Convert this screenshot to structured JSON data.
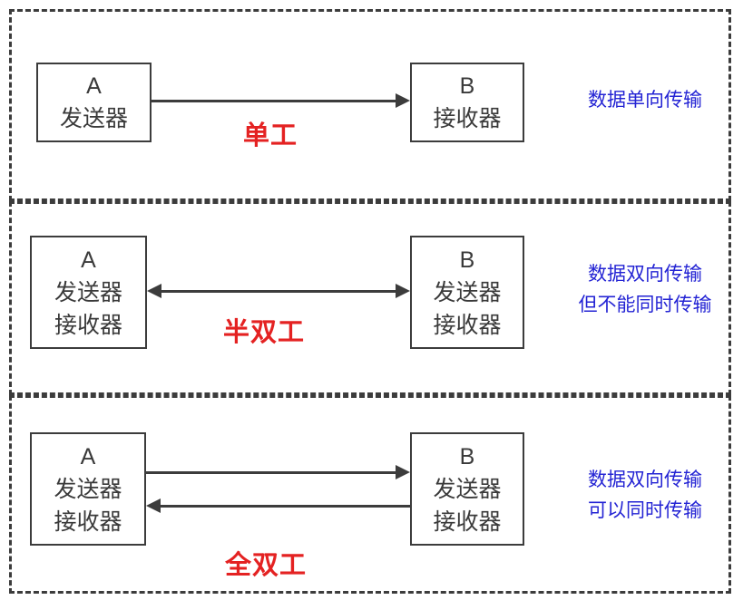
{
  "colors": {
    "outline": "#3c3c3c",
    "mode_label_red": "#e42222",
    "note_blue": "#2424d4",
    "background": "#ffffff"
  },
  "panels": [
    {
      "id": "simplex",
      "device_a": {
        "name": "A",
        "roles": [
          "发送器"
        ]
      },
      "device_b": {
        "name": "B",
        "roles": [
          "接收器"
        ]
      },
      "mode_label": "单工",
      "arrow": "single-right",
      "note_lines": [
        "数据单向传输"
      ]
    },
    {
      "id": "half-duplex",
      "device_a": {
        "name": "A",
        "roles": [
          "发送器",
          "接收器"
        ]
      },
      "device_b": {
        "name": "B",
        "roles": [
          "发送器",
          "接收器"
        ]
      },
      "mode_label": "半双工",
      "arrow": "double-headed",
      "note_lines": [
        "数据双向传输",
        "但不能同时传输"
      ]
    },
    {
      "id": "full-duplex",
      "device_a": {
        "name": "A",
        "roles": [
          "发送器",
          "接收器"
        ]
      },
      "device_b": {
        "name": "B",
        "roles": [
          "发送器",
          "接收器"
        ]
      },
      "mode_label": "全双工",
      "arrow": "two-opposite",
      "note_lines": [
        "数据双向传输",
        "可以同时传输"
      ]
    }
  ]
}
